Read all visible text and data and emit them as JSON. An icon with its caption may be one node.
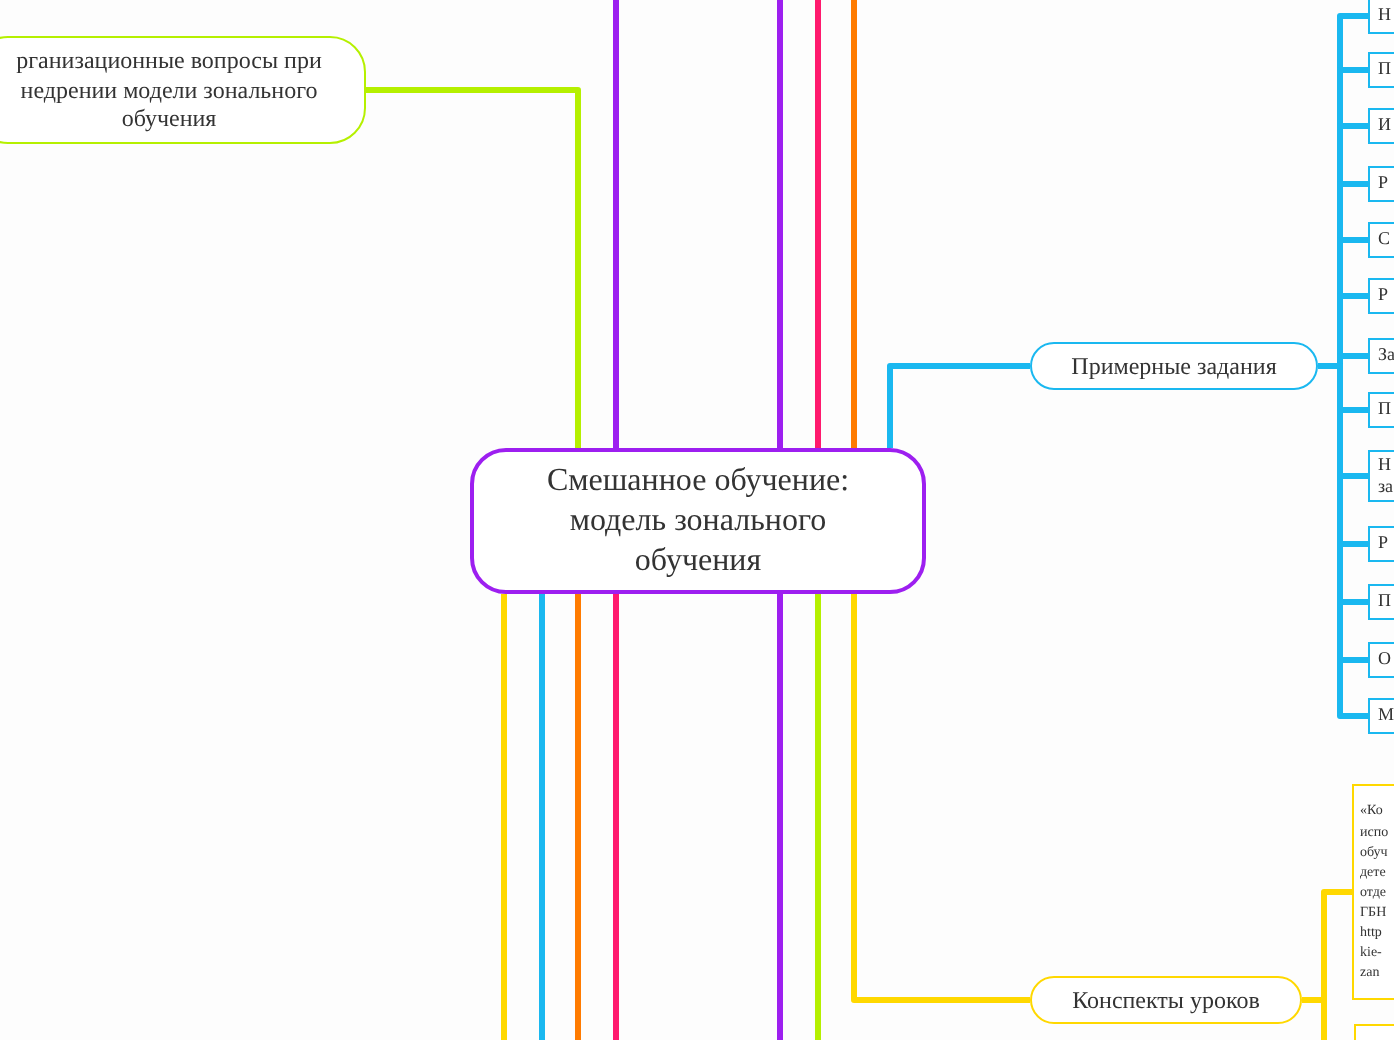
{
  "diagram": {
    "nodes": [
      {
        "text": [
          "Смешанное обучение: модель зонального обучения"
        ]
      },
      {
        "text": [
          "рганизационные вопросы при недрении модели зонального обучения"
        ]
      },
      {
        "text": [
          "Примерные задания"
        ]
      },
      {
        "text": [
          "Н"
        ]
      },
      {
        "text": [
          "П"
        ]
      },
      {
        "text": [
          "И"
        ]
      },
      {
        "text": [
          "Р"
        ]
      },
      {
        "text": [
          "С"
        ]
      },
      {
        "text": [
          "Р"
        ]
      },
      {
        "text": [
          "За"
        ]
      },
      {
        "text": [
          "П"
        ]
      },
      {
        "text": [
          "Н за"
        ]
      },
      {
        "text": [
          "Р"
        ]
      },
      {
        "text": [
          "П"
        ]
      },
      {
        "text": [
          "О"
        ]
      },
      {
        "text": [
          "М"
        ]
      },
      {
        "text": [
          "Конспекты уроков"
        ]
      },
      {
        "text": [
          "«Ко испо обуч дете отде ГБН http kie- zan"
        ]
      },
      {
        "text": [],
        "shape": "box"
      }
    ],
    "edges": [
      {
        "from": 0,
        "to": 1,
        "arrow": "none",
        "color": "#b5f000"
      },
      {
        "from": 0,
        "to": 2,
        "arrow": "none"
      },
      {
        "from": 2,
        "to": 3,
        "arrow": "none"
      },
      {
        "from": 2,
        "to": 4,
        "arrow": "none"
      },
      {
        "from": 2,
        "to": 5,
        "arrow": "none"
      },
      {
        "from": 2,
        "to": 6,
        "arrow": "none"
      },
      {
        "from": 2,
        "to": 7,
        "arrow": "none"
      },
      {
        "from": 2,
        "to": 8,
        "arrow": "none"
      },
      {
        "from": 2,
        "to": 9,
        "arrow": "none"
      },
      {
        "from": 2,
        "to": 10,
        "arrow": "none"
      },
      {
        "from": 2,
        "to": 11,
        "arrow": "none"
      },
      {
        "from": 2,
        "to": 12,
        "arrow": "none"
      },
      {
        "from": 2,
        "to": 13,
        "arrow": "none"
      },
      {
        "from": 2,
        "to": 14,
        "arrow": "none"
      },
      {
        "from": 2,
        "to": 15,
        "arrow": "none"
      },
      {
        "from": 0,
        "to": 16,
        "arrow": "none",
        "color": "#ffd800"
      },
      {
        "from": 16,
        "to": 17,
        "arrow": "none",
        "color": "#ffd800"
      },
      {
        "from": 16,
        "to": 18,
        "arrow": "none",
        "color": "#ffd800"
      },
      {
        "from": 0,
        "to": null,
        "arrow": "none",
        "color": "#9d1ff0"
      },
      {
        "from": 0,
        "to": null,
        "arrow": "none",
        "color": "#9d1ff0"
      },
      {
        "from": 0,
        "to": null,
        "arrow": "none",
        "color": "#ff1a6e"
      },
      {
        "from": 0,
        "to": null,
        "arrow": "none",
        "color": "#ff7b00"
      },
      {
        "from": 0,
        "to": null,
        "arrow": "none",
        "color": "#ffd800"
      },
      {
        "from": 0,
        "to": null,
        "arrow": "none",
        "color": "#1ab8f0"
      },
      {
        "from": 0,
        "to": null,
        "arrow": "none",
        "color": "#ff7b00"
      },
      {
        "from": 0,
        "to": null,
        "arrow": "none",
        "color": "#ff1a6e"
      },
      {
        "from": 0,
        "to": null,
        "arrow": "none",
        "color": "#9d1ff0"
      },
      {
        "from": 0,
        "to": null,
        "arrow": "none",
        "color": "#b5f000"
      }
    ]
  }
}
